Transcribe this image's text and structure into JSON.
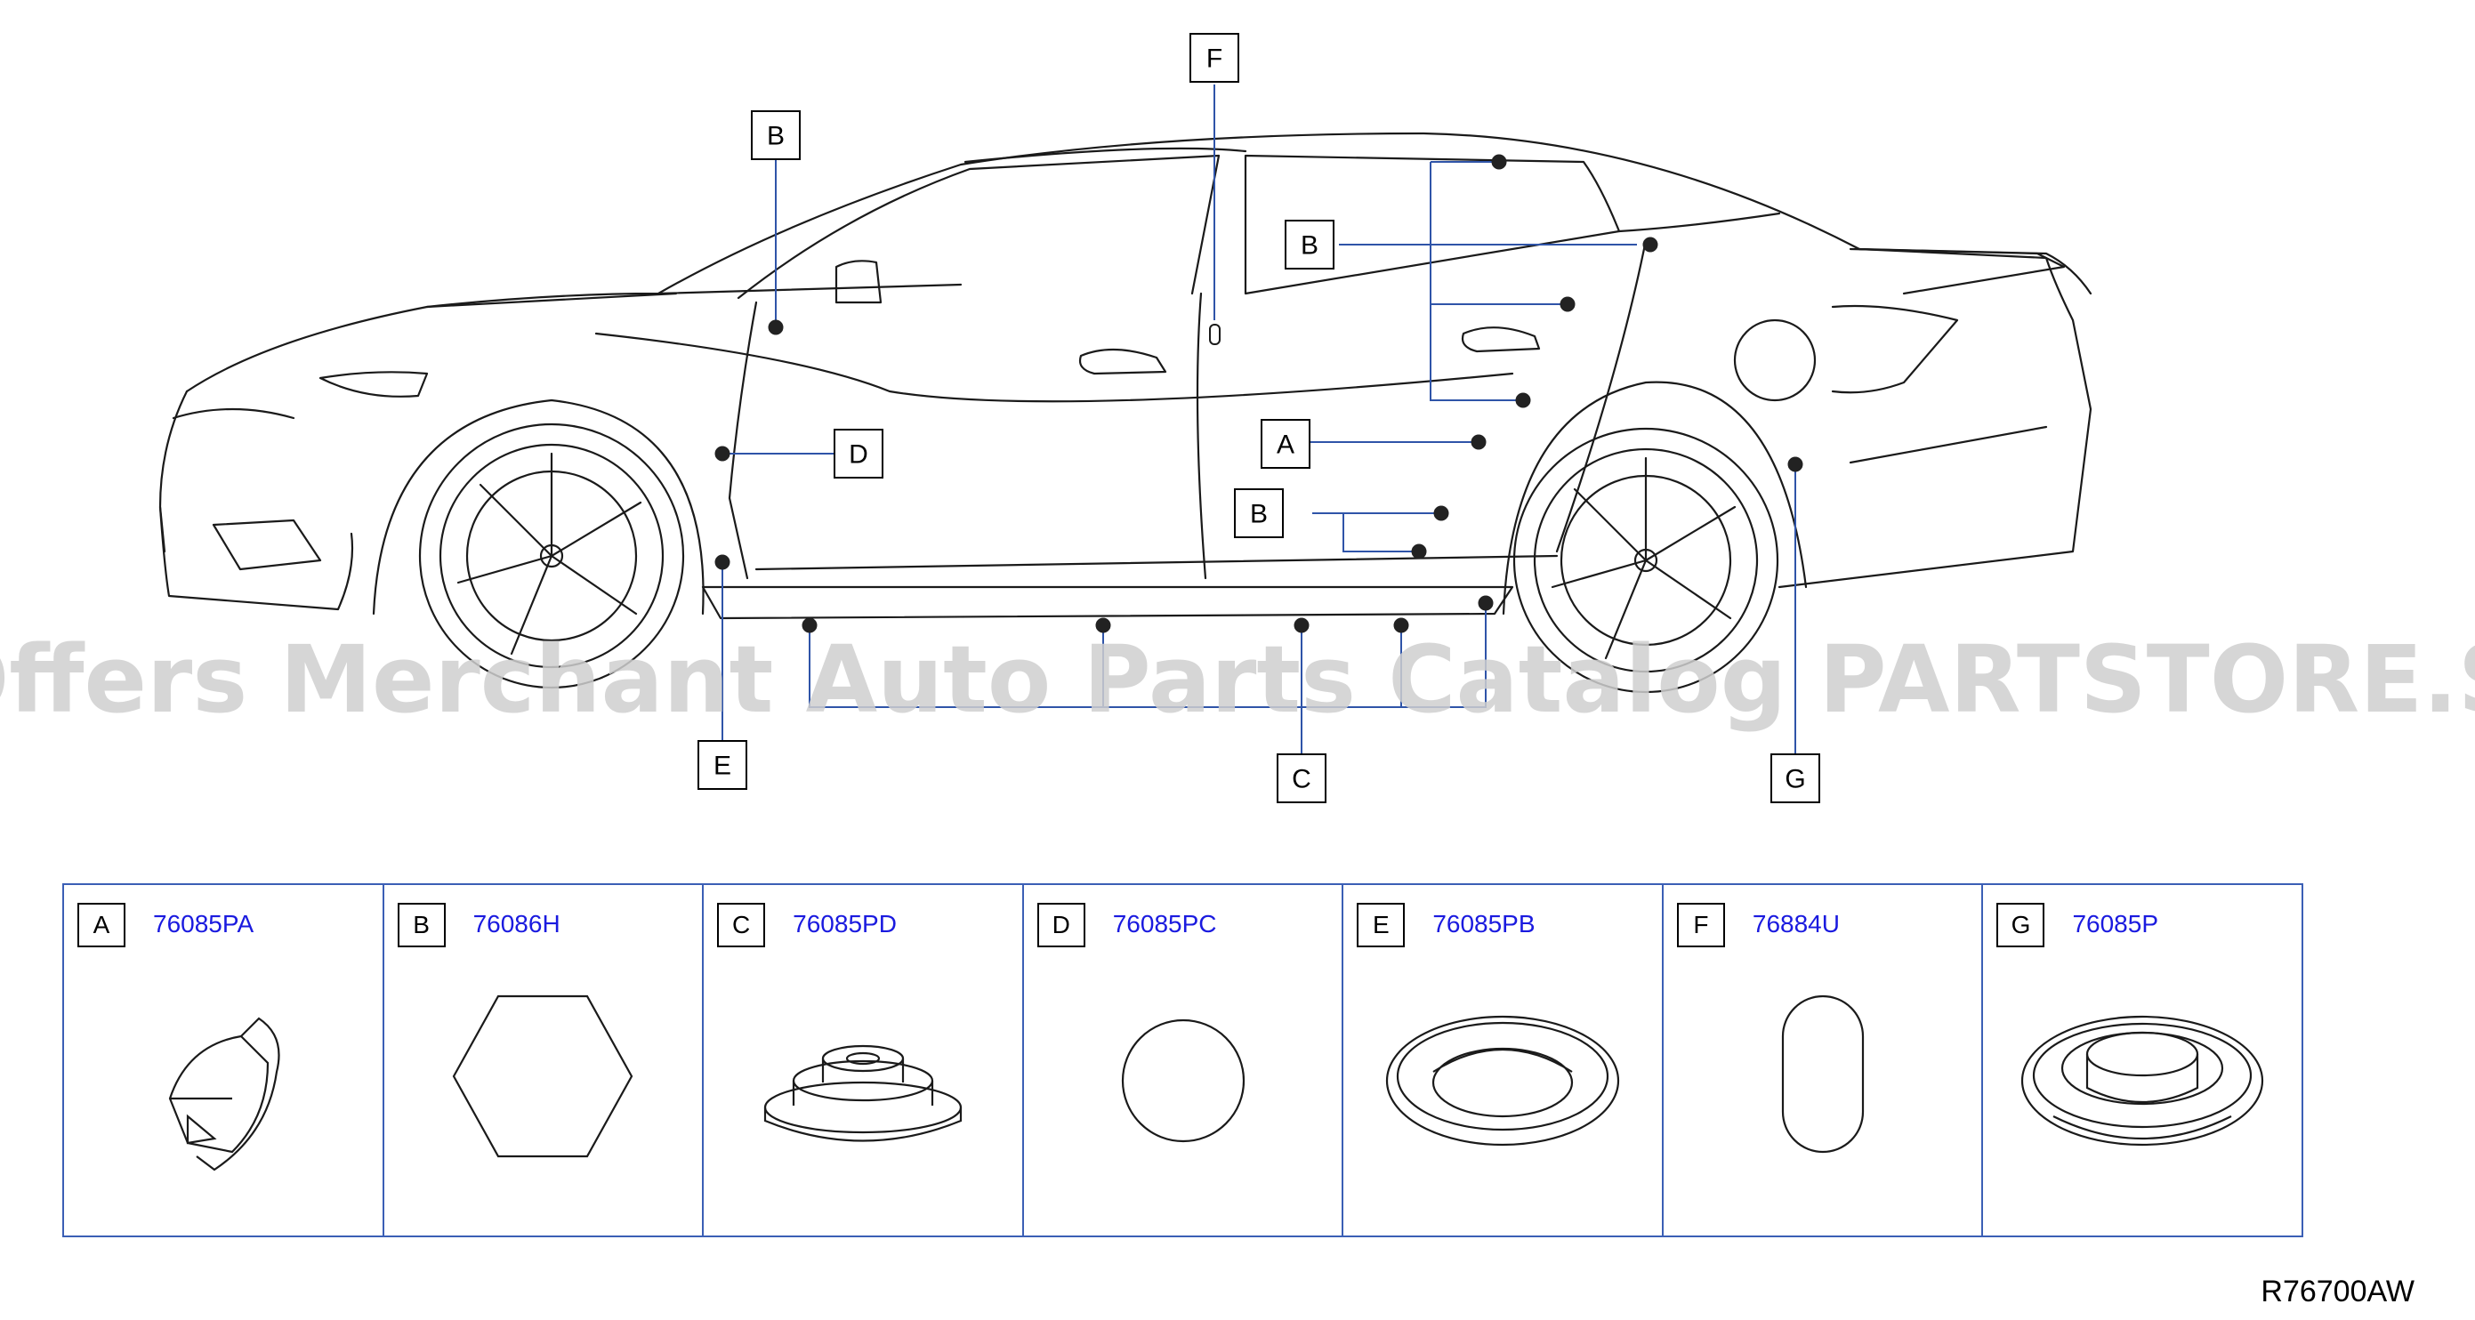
{
  "diagram": {
    "callouts": [
      "F",
      "B",
      "B",
      "D",
      "A",
      "B",
      "E",
      "C",
      "G"
    ],
    "watermark": "Offers Merchant Auto Parts Catalog PARTSTORE.SA",
    "code": "R76700AW"
  },
  "parts": [
    {
      "letter": "A",
      "number": "76085PA",
      "icon": "push-clip-icon"
    },
    {
      "letter": "B",
      "number": "76086H",
      "icon": "hexagon-plug-icon"
    },
    {
      "letter": "C",
      "number": "76085PD",
      "icon": "flanged-plug-icon"
    },
    {
      "letter": "D",
      "number": "76085PC",
      "icon": "round-plug-icon"
    },
    {
      "letter": "E",
      "number": "76085PB",
      "icon": "ring-grommet-icon"
    },
    {
      "letter": "F",
      "number": "76884U",
      "icon": "oval-plug-icon"
    },
    {
      "letter": "G",
      "number": "76085P",
      "icon": "stepped-grommet-icon"
    }
  ]
}
